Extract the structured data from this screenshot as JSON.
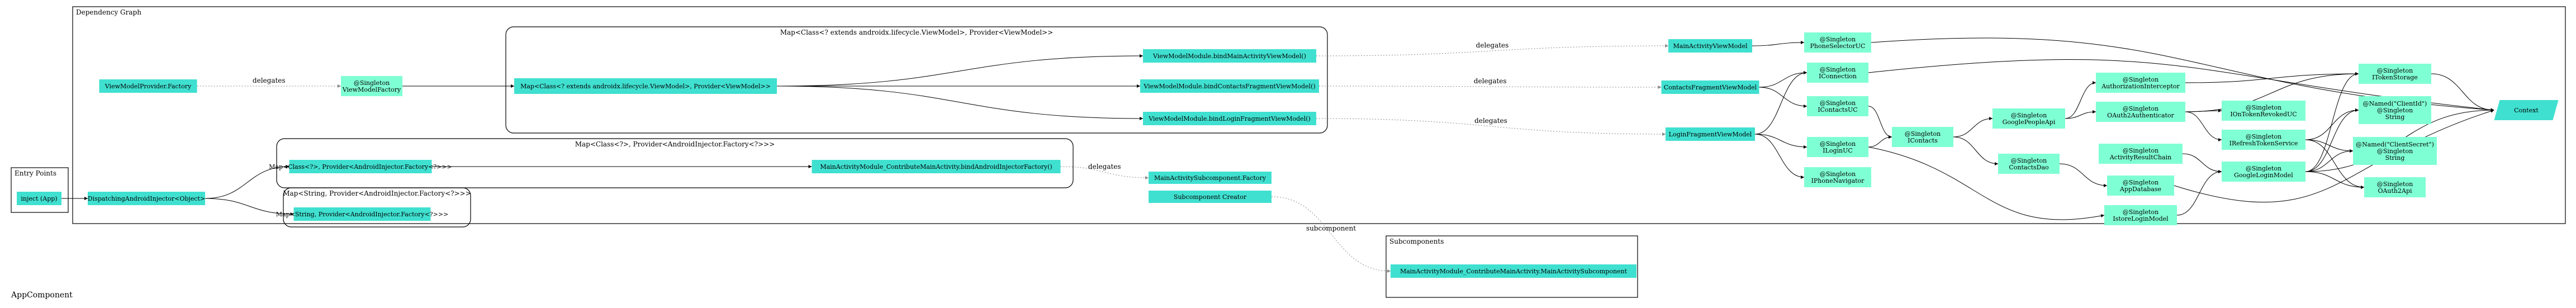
{
  "app_title": "AppComponent",
  "colors": {
    "node_dark": "#40e0d0",
    "node_light": "#7fffd4",
    "edge": "#000000",
    "edge_dotted": "#888888",
    "cluster_border": "#000000",
    "background": "#ffffff"
  },
  "clusters": {
    "entry_points": "Entry Points",
    "dependency_graph": "Dependency Graph",
    "subcomponents": "Subcomponents",
    "map_viewmodel": "Map<Class<? extends androidx.lifecycle.ViewModel>, Provider<ViewModel>>",
    "map_class_injector": "Map<Class<?>, Provider<AndroidInjector.Factory<?>>>",
    "map_string_injector": "Map<String, Provider<AndroidInjector.Factory<?>>>"
  },
  "nodes": {
    "inject_app": [
      "inject (App)"
    ],
    "dispatching_injector": [
      "DispatchingAndroidInjector<Object>"
    ],
    "vm_provider_factory": [
      "ViewModelProvider.Factory"
    ],
    "vm_factory": [
      "@Singleton",
      "ViewModelFactory"
    ],
    "map_vm_node": [
      "Map<Class<? extends androidx.lifecycle.ViewModel>, Provider<ViewModel>>"
    ],
    "bind_main_vm": [
      "ViewModelModule.bindMainActivityViewModel()"
    ],
    "bind_contacts_vm": [
      "ViewModelModule.bindContactsFragmentViewModel()"
    ],
    "bind_login_vm": [
      "ViewModelModule.bindLoginFragmentViewModel()"
    ],
    "map_class_node": [
      "Map<Class<?>, Provider<AndroidInjector.Factory<?>>>"
    ],
    "contribute_main": [
      "MainActivityModule_ContributeMainActivity.bindAndroidInjectorFactory()"
    ],
    "map_string_node": [
      "Map<String, Provider<AndroidInjector.Factory<?>>>"
    ],
    "subcomponent_factory": [
      "MainActivitySubcomponent.Factory"
    ],
    "subcomponent_creator": [
      "Subcomponent Creator"
    ],
    "main_activity_subcomponent": [
      "MainActivityModule_ContributeMainActivity.MainActivitySubcomponent"
    ],
    "main_activity_vm": [
      "MainActivityViewModel"
    ],
    "contacts_fragment_vm": [
      "ContactsFragmentViewModel"
    ],
    "login_fragment_vm": [
      "LoginFragmentViewModel"
    ],
    "phone_selector": [
      "@Singleton",
      "PhoneSelectorUC"
    ],
    "iconnection": [
      "@Singleton",
      "IConnection"
    ],
    "icontacts_uc": [
      "@Singleton",
      "IContactsUC"
    ],
    "ilogin_uc": [
      "@Singleton",
      "ILoginUC"
    ],
    "iphone_navigator": [
      "@Singleton",
      "IPhoneNavigator"
    ],
    "icontacts": [
      "@Singleton",
      "IContacts"
    ],
    "google_people_api": [
      "@Singleton",
      "GooglePeopleApi"
    ],
    "contacts_dao": [
      "@Singleton",
      "ContactsDao"
    ],
    "auth_interceptor": [
      "@Singleton",
      "AuthorizationInterceptor"
    ],
    "oauth2_authenticator": [
      "@Singleton",
      "OAuth2Authenticator"
    ],
    "activity_result_chain": [
      "@Singleton",
      "ActivityResultChain"
    ],
    "app_database": [
      "@Singleton",
      "AppDatabase"
    ],
    "istore_login_model": [
      "@Singleton",
      "IstoreLoginModel"
    ],
    "ion_token_revoked": [
      "@Singleton",
      "IOnTokenRevokedUC"
    ],
    "irefresh_token_service": [
      "@Singleton",
      "IRefreshTokenService"
    ],
    "google_login_model": [
      "@Singleton",
      "GoogleLoginModel"
    ],
    "itoken_storage": [
      "@Singleton",
      "ITokenStorage"
    ],
    "named_client_id": [
      "@Named(\"ClientId\")",
      "@Singleton",
      "String"
    ],
    "named_client_secret": [
      "@Named(\"ClientSecret\")",
      "@Singleton",
      "String"
    ],
    "oauth2_api": [
      "@Singleton",
      "OAuth2Api"
    ],
    "context": [
      "Context"
    ]
  },
  "edge_labels": {
    "delegates": "delegates",
    "subcomponent": "subcomponent"
  }
}
